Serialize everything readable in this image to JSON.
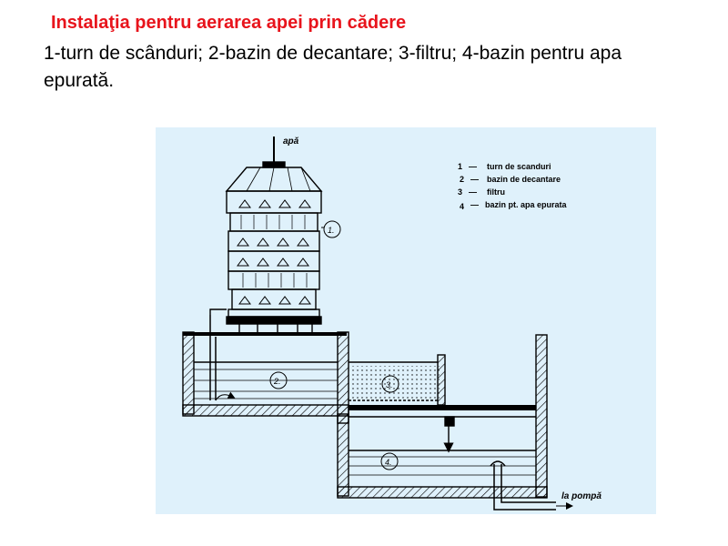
{
  "slide": {
    "title": "Instalaţia pentru aerarea apei prin cădere",
    "subtitle": "1-turn de scânduri; 2-bazin de decantare; 3-filtru; 4-bazin pentru apa epurată."
  },
  "diagram": {
    "background_color": "#dff1fb",
    "line_color": "#000000",
    "inlet_label": "apă",
    "outlet_label": "la pompă",
    "callouts": {
      "tower": "1.",
      "settling_tank": "2.",
      "filter": "3.",
      "clean_water_tank": "4."
    },
    "legend": [
      {
        "num": "1",
        "dash": "—",
        "text": "turn de scanduri"
      },
      {
        "num": "2",
        "dash": "—",
        "text": "bazin de decantare"
      },
      {
        "num": "3",
        "dash": "—",
        "text": "filtru"
      },
      {
        "num": "4",
        "dash": "—",
        "text": "bazin pt. apa epurata"
      }
    ]
  }
}
